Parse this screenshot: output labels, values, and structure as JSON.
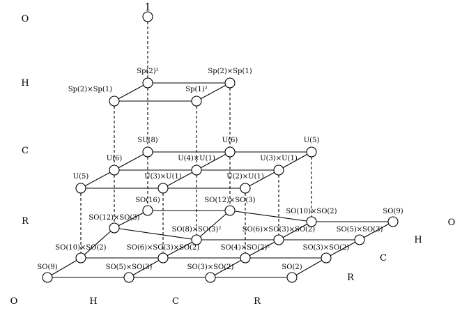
{
  "top_label": "1",
  "left_axis": [
    "O",
    "H",
    "C",
    "R"
  ],
  "bottom_axis": [
    "O",
    "H",
    "C",
    "R"
  ],
  "right_axis": [
    "O",
    "H",
    "C",
    "R"
  ],
  "nodes": [
    {
      "id": "top",
      "label": ""
    },
    {
      "id": "h_back_left",
      "label": "Sp(2)²"
    },
    {
      "id": "h_back_right",
      "label": "Sp(2)×Sp(1)"
    },
    {
      "id": "h_front_left",
      "label": "Sp(2)×Sp(1)"
    },
    {
      "id": "h_front_right",
      "label": "Sp(1)²"
    },
    {
      "id": "c_b0",
      "label": "SU(8)"
    },
    {
      "id": "c_b1",
      "label": "U(6)"
    },
    {
      "id": "c_b2",
      "label": "U(5)"
    },
    {
      "id": "c_m0",
      "label": "U(6)"
    },
    {
      "id": "c_m1",
      "label": "U(4)×U(1)"
    },
    {
      "id": "c_m2",
      "label": "U(3)×U(1)"
    },
    {
      "id": "c_f0",
      "label": "U(5)"
    },
    {
      "id": "c_f1",
      "label": "U(3)×U(1)"
    },
    {
      "id": "c_f2",
      "label": "U(2)×U(1)"
    },
    {
      "id": "r00",
      "label": "SO(16)"
    },
    {
      "id": "r01",
      "label": "SO(12)×SO(3)"
    },
    {
      "id": "r02",
      "label": "SO(10)×SO(2)"
    },
    {
      "id": "r03",
      "label": "SO(9)"
    },
    {
      "id": "r10",
      "label": "SO(12)×SO(3)"
    },
    {
      "id": "r11",
      "label": "SO(8)×SO(3)²"
    },
    {
      "id": "r12",
      "label": "SO(6)×SO(3)×SO(2)"
    },
    {
      "id": "r13",
      "label": "SO(5)×SO(3)"
    },
    {
      "id": "r20",
      "label": "SO(10)×SO(2)"
    },
    {
      "id": "r21",
      "label": "SO(6)×SO(3)×SO(2)"
    },
    {
      "id": "r22",
      "label": "SO(4)×SO(2)²"
    },
    {
      "id": "r23",
      "label": "SO(3)×SO(2)"
    },
    {
      "id": "r30",
      "label": "SO(9)"
    },
    {
      "id": "r31",
      "label": "SO(5)×SO(3)"
    },
    {
      "id": "r32",
      "label": "SO(3)×SO(2)"
    },
    {
      "id": "r33",
      "label": "SO(2)"
    }
  ],
  "solid_edges": [
    [
      "h_back_left",
      "h_back_right"
    ],
    [
      "h_front_left",
      "h_front_right"
    ],
    [
      "h_back_left",
      "h_front_left"
    ],
    [
      "h_back_right",
      "h_front_right"
    ],
    [
      "c_b0",
      "c_b1"
    ],
    [
      "c_b1",
      "c_b2"
    ],
    [
      "c_m0",
      "c_m1"
    ],
    [
      "c_m1",
      "c_m2"
    ],
    [
      "c_f0",
      "c_f1"
    ],
    [
      "c_f1",
      "c_f2"
    ],
    [
      "c_b0",
      "c_m0"
    ],
    [
      "c_m0",
      "c_f0"
    ],
    [
      "c_b1",
      "c_m1"
    ],
    [
      "c_m1",
      "c_f1"
    ],
    [
      "c_b2",
      "c_m2"
    ],
    [
      "c_m2",
      "c_f2"
    ],
    [
      "r00",
      "r01"
    ],
    [
      "r01",
      "r02"
    ],
    [
      "r02",
      "r03"
    ],
    [
      "r10",
      "r11"
    ],
    [
      "r11",
      "r12"
    ],
    [
      "r12",
      "r13"
    ],
    [
      "r20",
      "r21"
    ],
    [
      "r21",
      "r22"
    ],
    [
      "r22",
      "r23"
    ],
    [
      "r30",
      "r31"
    ],
    [
      "r31",
      "r32"
    ],
    [
      "r32",
      "r33"
    ],
    [
      "r00",
      "r10"
    ],
    [
      "r10",
      "r20"
    ],
    [
      "r20",
      "r30"
    ],
    [
      "r01",
      "r11"
    ],
    [
      "r11",
      "r21"
    ],
    [
      "r21",
      "r31"
    ],
    [
      "r02",
      "r12"
    ],
    [
      "r12",
      "r22"
    ],
    [
      "r22",
      "r32"
    ],
    [
      "r03",
      "r13"
    ],
    [
      "r13",
      "r23"
    ],
    [
      "r23",
      "r33"
    ]
  ],
  "dashed_edges": [
    [
      "top",
      "h_back_left"
    ],
    [
      "h_back_left",
      "c_b0"
    ],
    [
      "h_back_right",
      "c_b1"
    ],
    [
      "h_front_left",
      "c_m0"
    ],
    [
      "h_front_right",
      "c_m1"
    ],
    [
      "c_b0",
      "r00"
    ],
    [
      "c_b1",
      "r01"
    ],
    [
      "c_b2",
      "r02"
    ],
    [
      "c_m0",
      "r10"
    ],
    [
      "c_m1",
      "r11"
    ],
    [
      "c_m2",
      "r12"
    ],
    [
      "c_f0",
      "r20"
    ],
    [
      "c_f1",
      "r21"
    ],
    [
      "c_f2",
      "r22"
    ]
  ]
}
